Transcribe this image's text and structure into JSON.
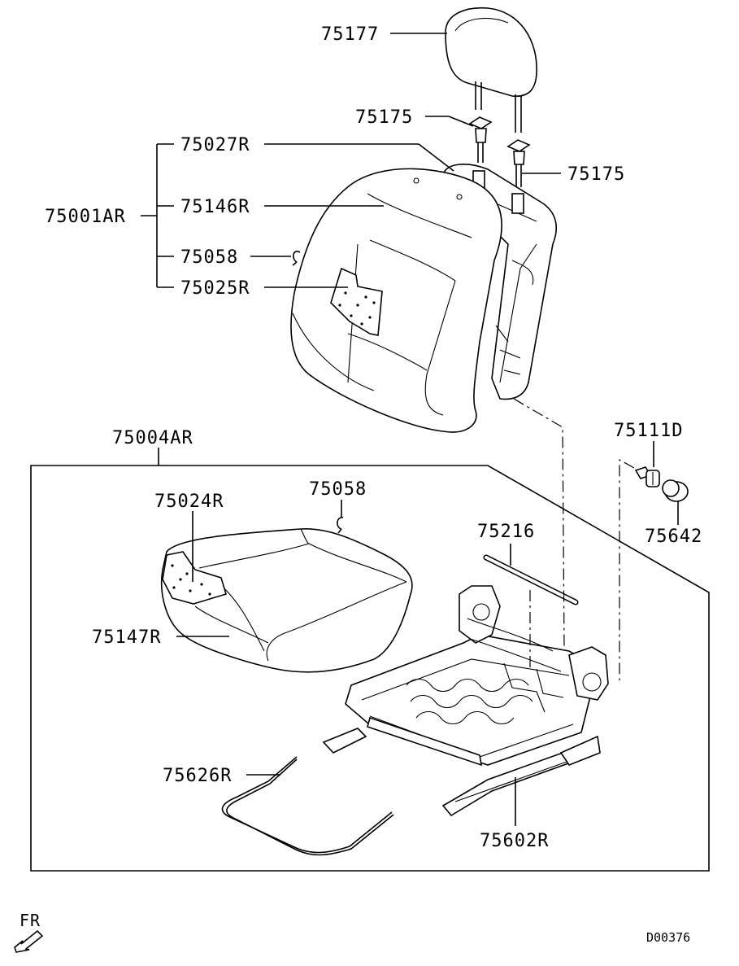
{
  "callouts": {
    "headrest": "75177",
    "guide_left": "75175",
    "guide_right": "75175",
    "back_assy": "75001AR",
    "back_cover": "75027R",
    "back_pad": "75146R",
    "back_hog_ring": "75058",
    "back_heater": "75025R",
    "cushion_assy": "75004AR",
    "cushion_heater": "75024R",
    "cushion_hog_ring": "75058",
    "cushion_pad": "75147R",
    "rod": "75216",
    "bolt": "75111D",
    "cap": "75642",
    "wire": "75626R",
    "adjuster": "75602R"
  },
  "direction_label": "FR",
  "diagram_code": "D00376"
}
